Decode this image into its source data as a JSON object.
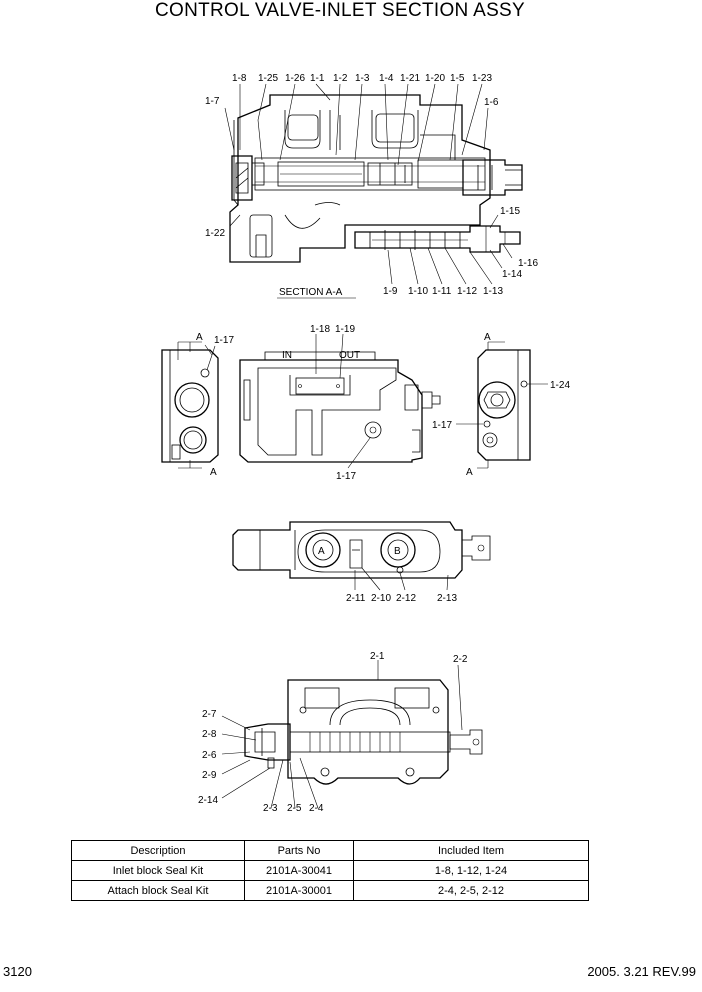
{
  "title": "CONTROL VALVE-INLET SECTION ASSY",
  "section_label": "SECTION A-A",
  "port_labels": {
    "in": "IN",
    "out": "OUT",
    "a": "A",
    "b": "B"
  },
  "callouts_view1": [
    "1-8",
    "1-25",
    "1-26",
    "1-1",
    "1-2",
    "1-3",
    "1-4",
    "1-21",
    "1-20",
    "1-5",
    "1-23",
    "1-7",
    "1-6",
    "1-22",
    "1-15",
    "1-16",
    "1-14",
    "1-9",
    "1-10",
    "1-11",
    "1-12",
    "1-13"
  ],
  "callouts_view2": [
    "1-18",
    "1-19",
    "1-17",
    "1-17",
    "1-17",
    "1-24",
    "A",
    "A",
    "A",
    "A"
  ],
  "callouts_view3": [
    "2-11",
    "2-10",
    "2-12",
    "2-13"
  ],
  "callouts_view4": [
    "2-1",
    "2-2",
    "2-7",
    "2-8",
    "2-6",
    "2-9",
    "2-14",
    "2-3",
    "2-5",
    "2-4"
  ],
  "table": {
    "headers": [
      "Description",
      "Parts No",
      "Included Item"
    ],
    "rows": [
      [
        "Inlet block Seal Kit",
        "2101A-30041",
        "1-8, 1-12, 1-24"
      ],
      [
        "Attach block  Seal Kit",
        "2101A-30001",
        "2-4, 2-5, 2-12"
      ]
    ]
  },
  "page_number": "3120",
  "revision": "2005. 3.21  REV.99"
}
